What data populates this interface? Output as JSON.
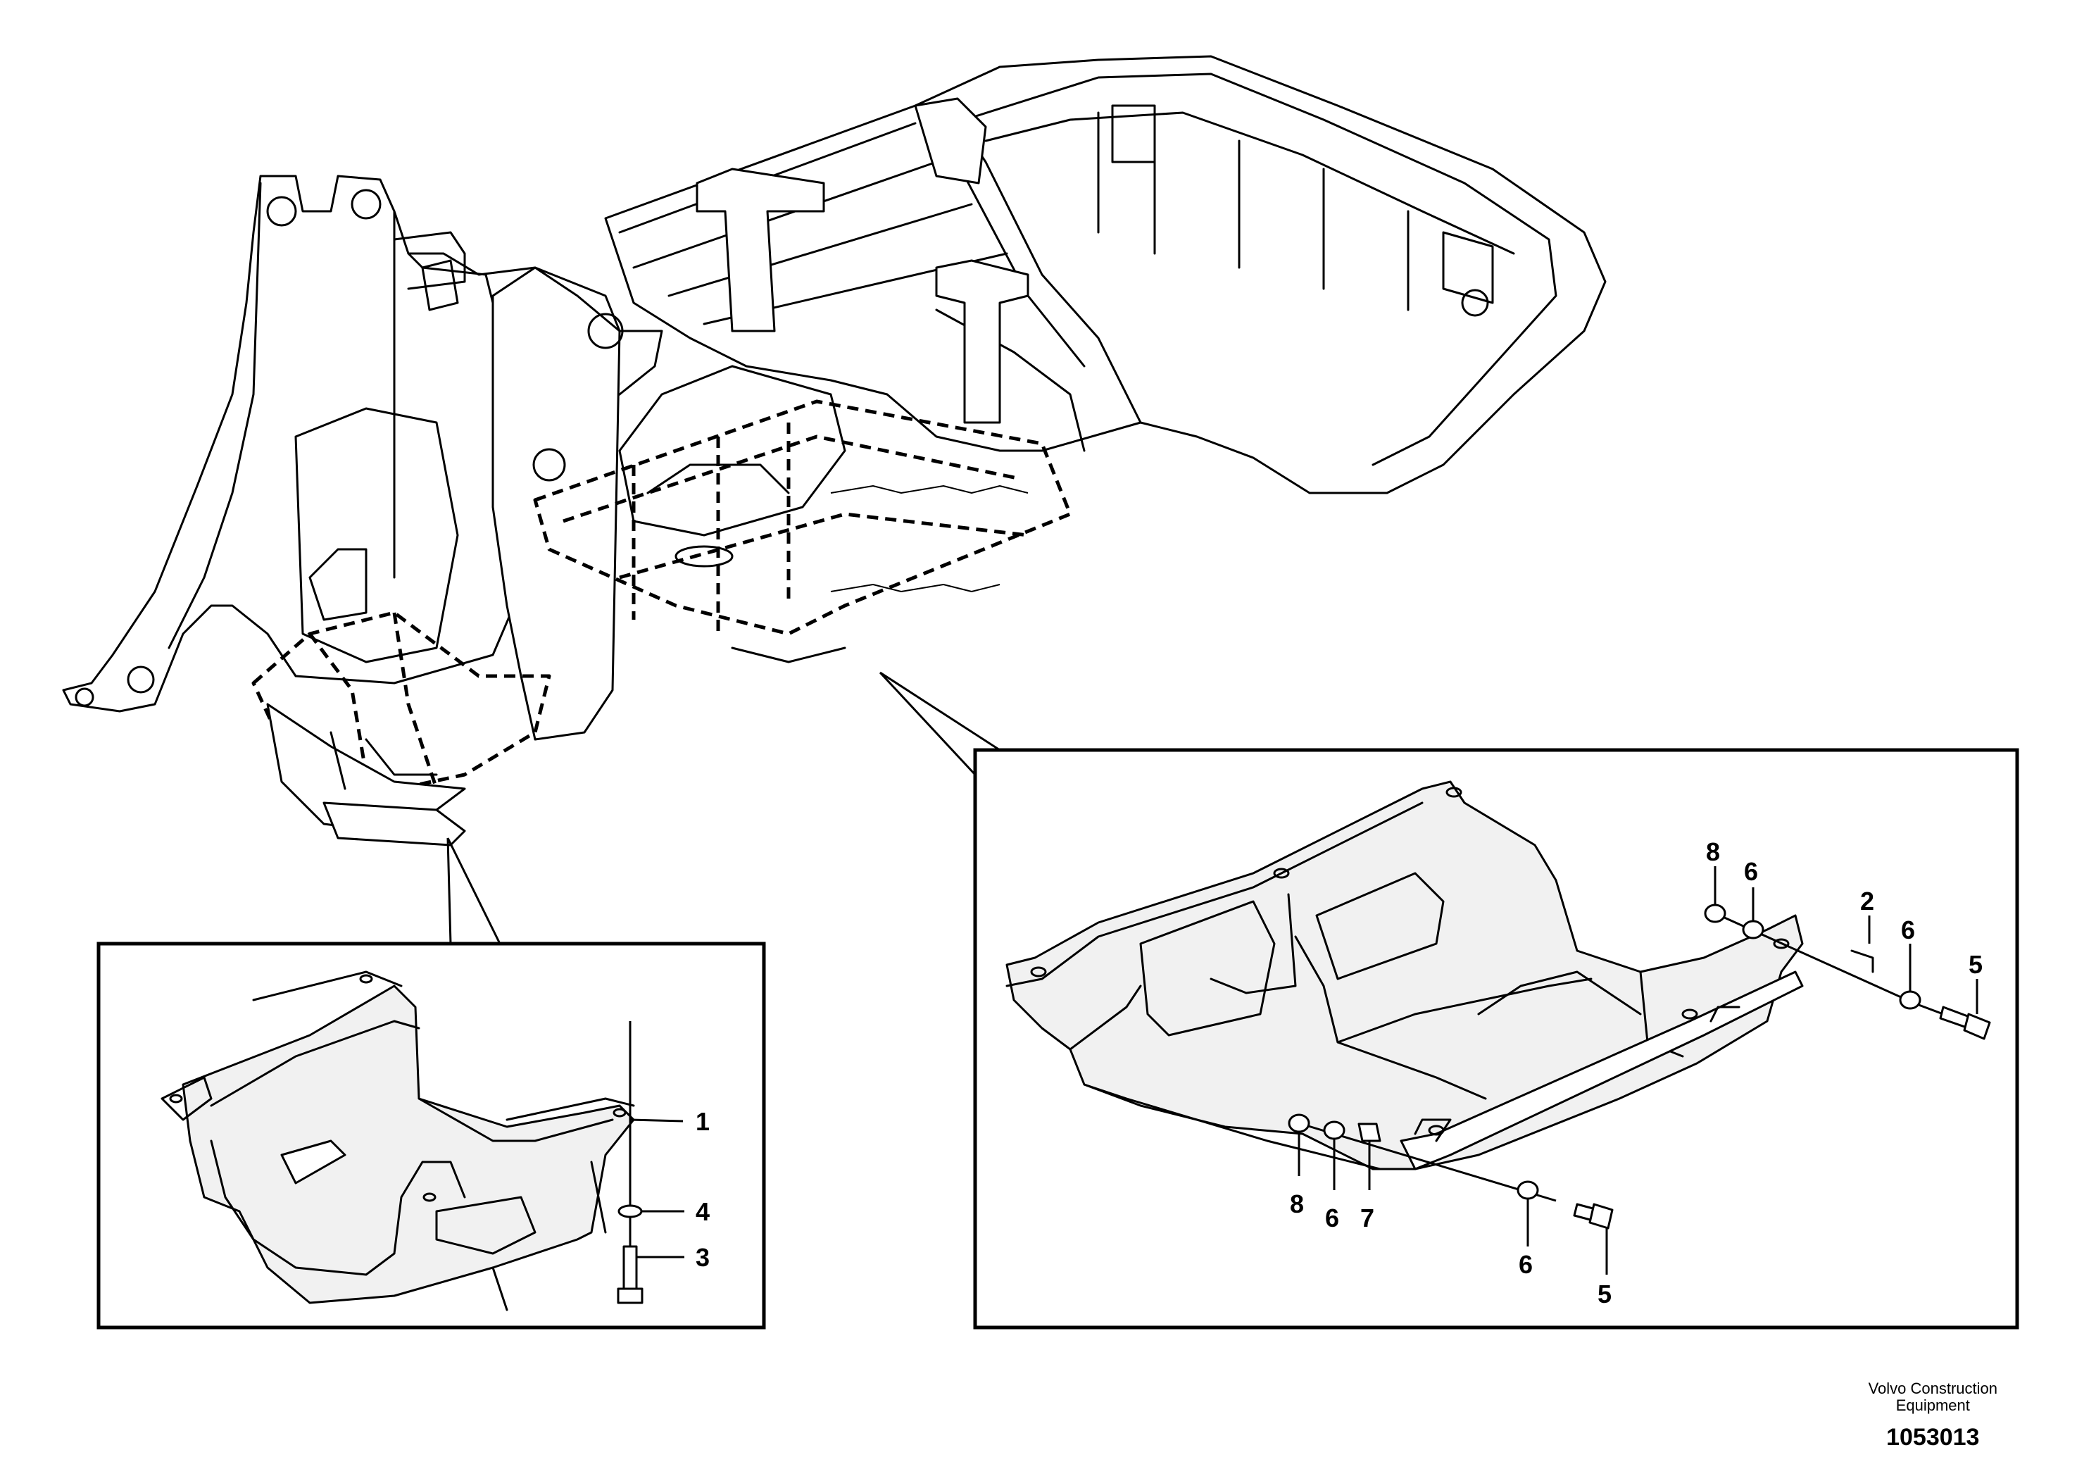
{
  "callouts": {
    "left_panel": [
      "1",
      "4",
      "3"
    ],
    "right_panel": [
      "8",
      "6",
      "2",
      "6",
      "5",
      "8",
      "6",
      "7",
      "6",
      "5"
    ]
  },
  "footer": {
    "brand_line1": "Volvo Construction",
    "brand_line2": "Equipment",
    "drawing_number": "1053013"
  }
}
